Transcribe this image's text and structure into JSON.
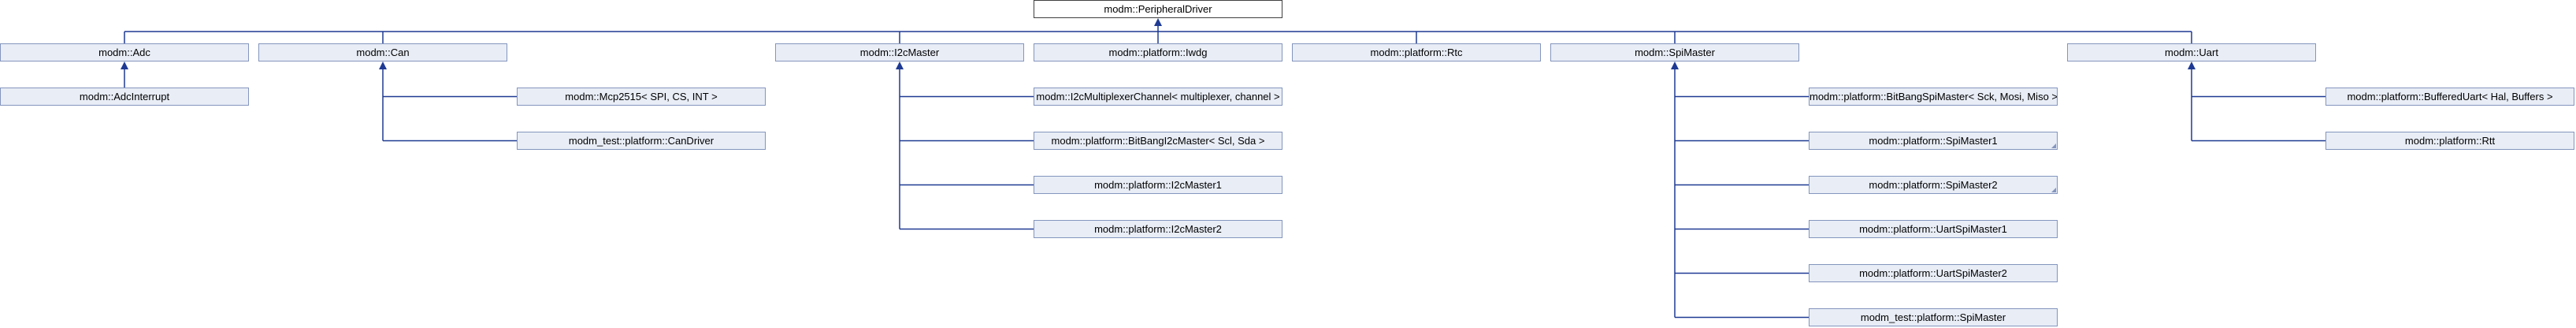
{
  "diagram": {
    "type": "class-inheritance-graph",
    "colors": {
      "edge": "#1f3a93",
      "node_fill": "#e8edf6",
      "node_border": "#8495bd",
      "root_border": "#404040"
    },
    "root": {
      "id": "peripheral",
      "label": "modm::PeripheralDriver"
    },
    "bases": [
      {
        "id": "adc",
        "label": "modm::Adc"
      },
      {
        "id": "can",
        "label": "modm::Can"
      },
      {
        "id": "i2c",
        "label": "modm::I2cMaster"
      },
      {
        "id": "iwdg",
        "label": "modm::platform::Iwdg"
      },
      {
        "id": "rtc",
        "label": "modm::platform::Rtc"
      },
      {
        "id": "spi",
        "label": "modm::SpiMaster"
      },
      {
        "id": "uart",
        "label": "modm::Uart"
      }
    ],
    "derived": {
      "adc": [
        {
          "id": "adcint",
          "label": "modm::AdcInterrupt"
        }
      ],
      "can": [
        {
          "id": "mcp",
          "label": "modm::Mcp2515< SPI, CS, INT >"
        },
        {
          "id": "candrv",
          "label": "modm_test::platform::CanDriver"
        }
      ],
      "i2c": [
        {
          "id": "i2cmux",
          "label": "modm::I2cMultiplexerChannel< multiplexer, channel >"
        },
        {
          "id": "bbi2c",
          "label": "modm::platform::BitBangI2cMaster< Scl, Sda >"
        },
        {
          "id": "i2c1",
          "label": "modm::platform::I2cMaster1"
        },
        {
          "id": "i2c2",
          "label": "modm::platform::I2cMaster2"
        }
      ],
      "spi": [
        {
          "id": "bbspi",
          "label": "modm::platform::BitBangSpiMaster< Sck, Mosi, Miso >"
        },
        {
          "id": "spi1",
          "label": "modm::platform::SpiMaster1",
          "folded": true
        },
        {
          "id": "spi2",
          "label": "modm::platform::SpiMaster2",
          "folded": true
        },
        {
          "id": "uspi1",
          "label": "modm::platform::UartSpiMaster1"
        },
        {
          "id": "uspi2",
          "label": "modm::platform::UartSpiMaster2"
        },
        {
          "id": "testspi",
          "label": "modm_test::platform::SpiMaster"
        }
      ],
      "uart": [
        {
          "id": "buart",
          "label": "modm::platform::BufferedUart< Hal, Buffers >"
        },
        {
          "id": "rtt",
          "label": "modm::platform::Rtt"
        }
      ]
    }
  }
}
